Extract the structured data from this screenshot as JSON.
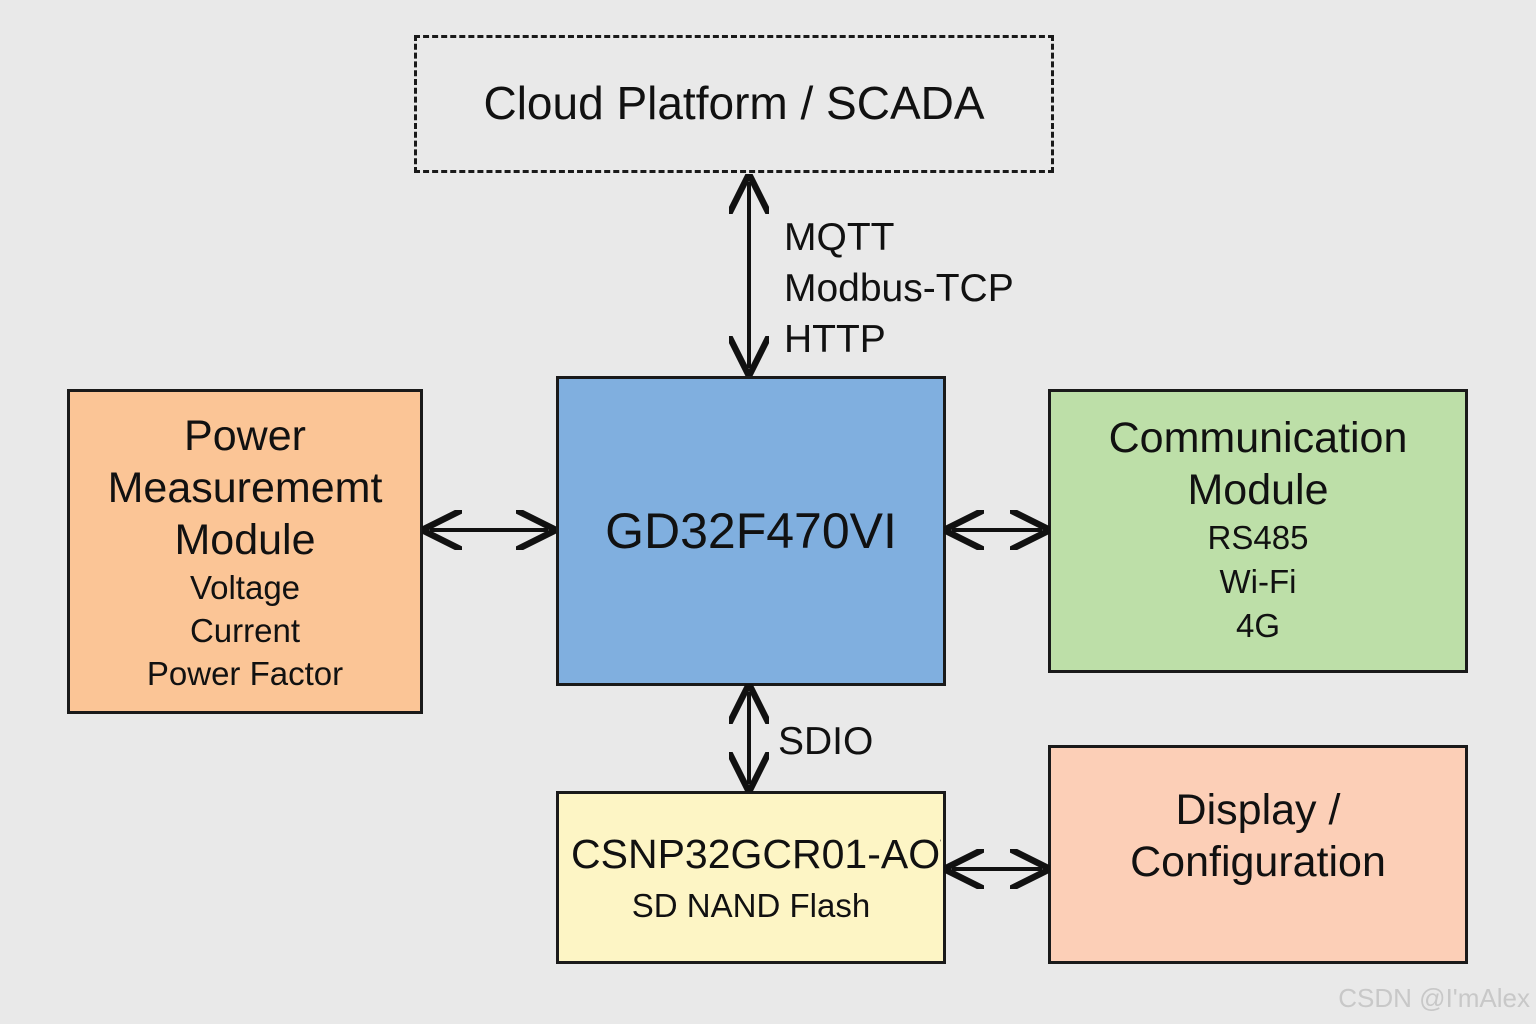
{
  "cloud": {
    "title": "Cloud Platform / SCADA"
  },
  "protocols": [
    "MQTT",
    "Modbus-TCP",
    "HTTP"
  ],
  "power": {
    "title_lines": [
      "Power",
      "Measurememt",
      "Module"
    ],
    "items": [
      "Voltage",
      "Current",
      "Power Factor"
    ]
  },
  "mcu": {
    "title": "GD32F470VI"
  },
  "comm": {
    "title_lines": [
      "Communication",
      "Module"
    ],
    "items": [
      "RS485",
      "Wi-Fi",
      "4G"
    ]
  },
  "flash": {
    "title": "CSNP32GCR01-AOW",
    "subtitle": "SD NAND Flash"
  },
  "display": {
    "title_lines": [
      "Display /",
      "Configuration"
    ]
  },
  "links": {
    "sdio_label": "SDIO"
  },
  "watermark": "CSDN @I'mAlex",
  "colors": {
    "background": "#e9e9e9",
    "power": "#fbc596",
    "mcu": "#80afdf",
    "comm": "#bddfa8",
    "flash": "#fdf5c5",
    "display": "#fccfb7"
  }
}
